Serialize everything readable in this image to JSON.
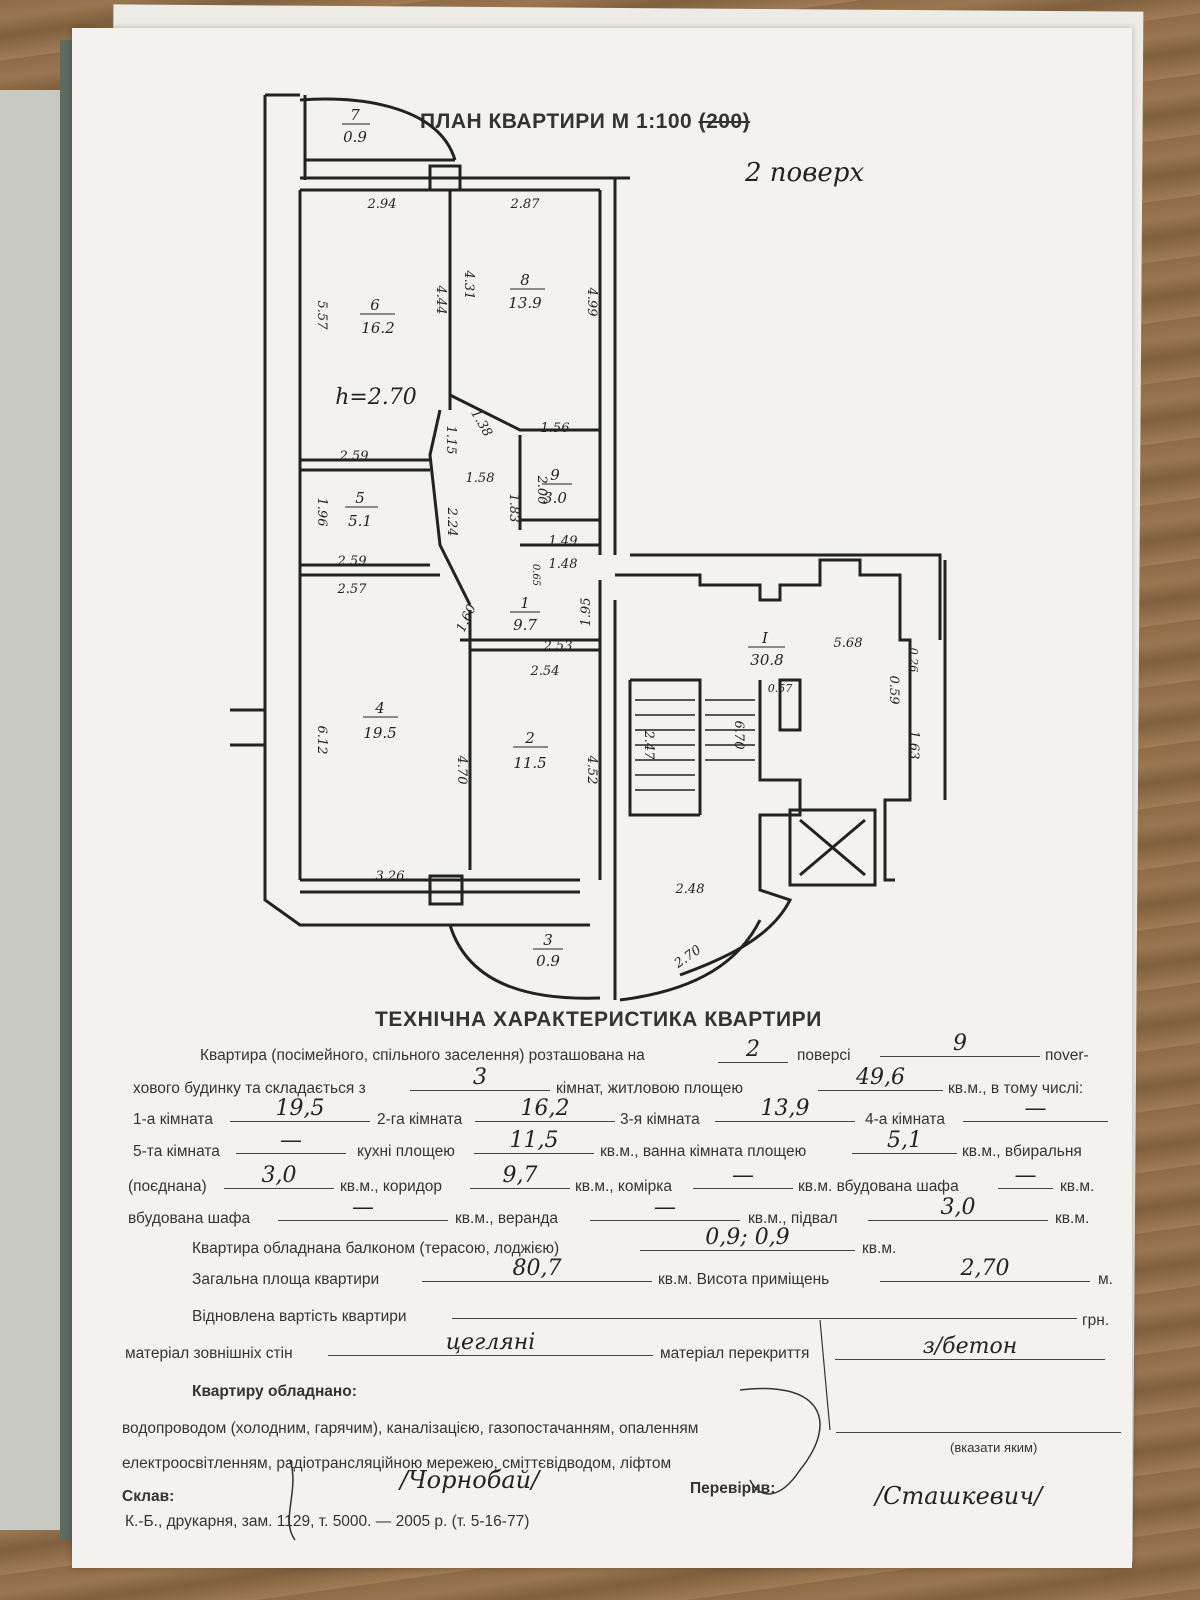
{
  "plan": {
    "title": "ПЛАН КВАРТИРИ М 1:100",
    "title_struck": "(200)",
    "floor_note": "2 поверх",
    "height_note": "h=2.70",
    "rooms": [
      {
        "num": "7",
        "area": "0.9"
      },
      {
        "num": "6",
        "area": "16.2"
      },
      {
        "num": "8",
        "area": "13.9"
      },
      {
        "num": "5",
        "area": "5.1"
      },
      {
        "num": "9",
        "area": "3.0"
      },
      {
        "num": "1",
        "area": "9.7"
      },
      {
        "num": "4",
        "area": "19.5"
      },
      {
        "num": "2",
        "area": "11.5"
      },
      {
        "num": "3",
        "area": "0.9"
      },
      {
        "num": "I",
        "area": "30.8"
      }
    ],
    "dimensions": [
      "2.94",
      "2.87",
      "5.57",
      "4.44",
      "4.31",
      "4.99",
      "2.59",
      "1.38",
      "1.15",
      "1.56",
      "1.58",
      "1.96",
      "2.24",
      "1.83",
      "2.00",
      "1.49",
      "2.59",
      "2.57",
      "1.48",
      "0.65",
      "1.60",
      "2.53",
      "2.54",
      "1.95",
      "5.68",
      "0.57",
      "0.26",
      "0.59",
      "6.12",
      "4.70",
      "4.52",
      "2.47",
      "6.70",
      "1.63",
      "3.26",
      "2.48",
      "2.70"
    ]
  },
  "characteristics": {
    "title": "ТЕХНІЧНА ХАРАКТЕРИСТИКА КВАРТИРИ",
    "l1_a": "Квартира (посімейного, спільного заселення) розташована на",
    "l1_b": "поверсі",
    "l1_c": "пover-",
    "l2_a": "хового будинку та складається з",
    "l2_b": "кімнат, житловою площею",
    "l2_c": "кв.м., в тому числі:",
    "l3_a": "1-а кімната",
    "l3_b": "2-га кімната",
    "l3_c": "3-я кімната",
    "l3_d": "4-а кімната",
    "l4_a": "5-та кімната",
    "l4_b": "кухні площею",
    "l4_c": "кв.м., ванна кімната площею",
    "l4_d": "кв.м., вбиральня",
    "l5_a": "(поєднана)",
    "l5_b": "кв.м., коридор",
    "l5_c": "кв.м., комірка",
    "l5_d": "кв.м. вбудована шафа",
    "l5_e": "кв.м.",
    "l6_a": "вбудована шафа",
    "l6_b": "кв.м., веранда",
    "l6_c": "кв.м., підвал",
    "l6_d": "кв.м.",
    "l7_a": "Квартира обладнана балконом (терасою, лоджією)",
    "l7_b": "кв.м.",
    "l8_a": "Загальна площа квартири",
    "l8_b": "кв.м. Висота приміщень",
    "l8_c": "м.",
    "l9_a": "Відновлена вартість квартири",
    "l9_b": "грн.",
    "l10_a": "матеріал зовнішніх стін",
    "l10_b": "матеріал перекриття",
    "equipped": "Квартиру обладнано:",
    "l11": "водопроводом (холодним, гарячим), каналізацією, газопостачанням, опаленням",
    "l12": "електроосвітленням, радіотрансляційною мережею, сміттєвідводом, ліфтом",
    "specify": "(вказати яким)",
    "compiled": "Склав:",
    "checked": "Перевірив:",
    "printer": "К.-Б., друкарня, зам. 1129, т. 5000. — 2005 р. (т. 5-16-77)"
  },
  "values": {
    "floor": "2",
    "floors_total": "9",
    "rooms": "3",
    "living_area": "49,6",
    "room1": "19,5",
    "room2": "16,2",
    "room3": "13,9",
    "room4": "—",
    "room5": "—",
    "kitchen": "11,5",
    "bathroom": "5,1",
    "toilet": "3,0",
    "corridor": "9,7",
    "storeroom": "—",
    "wardrobe1": "—",
    "wardrobe2": "—",
    "veranda": "—",
    "basement": "3,0",
    "balcony": "0,9; 0,9",
    "total_area": "80,7",
    "height": "2,70",
    "cost": "",
    "wall_material": "цегляні",
    "ceiling_material": "з/бетон",
    "compiled_by": "/Чорнобай/",
    "checked_by": "/Сташкевич/"
  }
}
